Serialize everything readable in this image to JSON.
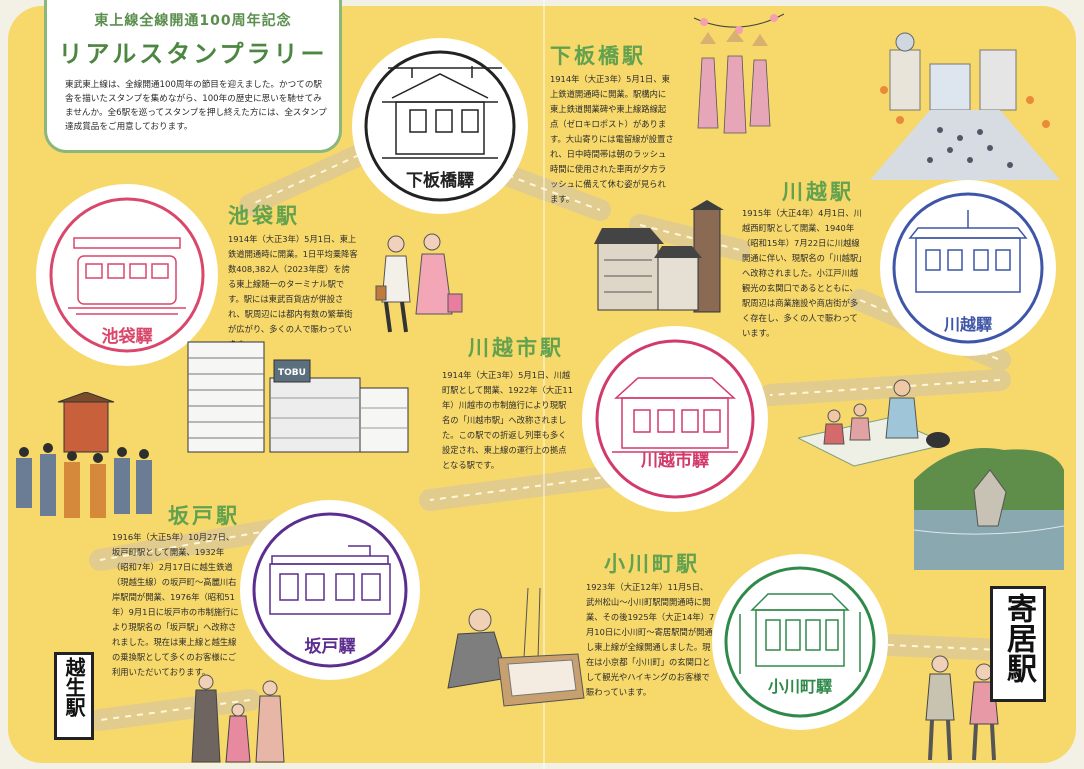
{
  "header": {
    "subtitle": "東上線全線開通100周年記念",
    "title": "リアルスタンプラリー",
    "intro": "東武東上線は、全線開通100周年の節目を迎えました。かつての駅舎を描いたスタンプを集めながら、100年の歴史に思いを馳せてみませんか。全6駅を巡ってスタンプを押し終えた方には、全スタンプ達成賞品をご用意しております。"
  },
  "stations": {
    "shimoitabashi": {
      "name": "下板橋駅",
      "stamp_label": "下板橋驛",
      "color": "#222222",
      "desc": "1914年（大正3年）5月1日、東上鉄道開通時に開業。駅構内に東上鉄道開業碑や東上線路線起点（ゼロキロポスト）があります。大山寄りには電留線が設置され、日中時間帯は朝のラッシュ時間に使用された車両が夕方ラッシュに備えて休む姿が見られます。"
    },
    "ikebukuro": {
      "name": "池袋駅",
      "stamp_label": "池袋驛",
      "color": "#d9476a",
      "desc": "1914年（大正3年）5月1日、東上鉄道開通時に開業。1日平均乗降客数408,382人（2023年度）を誇る東上線随一のターミナル駅です。駅には東武百貨店が併設され、駅周辺には都内有数の繁華街が広がり、多くの人で賑わっています。"
    },
    "kawagoe": {
      "name": "川越駅",
      "stamp_label": "川越驛",
      "color": "#3f55a8",
      "desc": "1915年（大正4年）4月1日、川越西町駅として開業、1940年（昭和15年）7月22日に川越線開通に伴い、現駅名の「川越駅」へ改称されました。小江戸川越観光の玄関口であるとともに、駅周辺は商業施設や商店街が多く存在し、多くの人で賑わっています。"
    },
    "kawagoeshi": {
      "name": "川越市駅",
      "stamp_label": "川越市驛",
      "color": "#d23a6a",
      "desc": "1914年（大正3年）5月1日、川越町駅として開業、1922年（大正11年）川越市の市制施行により現駅名の「川越市駅」へ改称されました。この駅での折返し列車も多く設定され、東上線の運行上の拠点となる駅です。"
    },
    "sakado": {
      "name": "坂戸駅",
      "stamp_label": "坂戸驛",
      "color": "#5c2d8f",
      "desc": "1916年（大正5年）10月27日、坂戸町駅として開業、1932年（昭和7年）2月17日に越生鉄道（現越生線）の坂戸町〜高麗川右岸駅間が開業、1976年（昭和51年）9月1日に坂戸市の市制施行により現駅名の「坂戸駅」へ改称されました。現在は東上線と越生線の乗換駅として多くのお客様にご利用いただいております。"
    },
    "ogawamachi": {
      "name": "小川町駅",
      "stamp_label": "小川町驛",
      "color": "#2f8a4a",
      "desc": "1923年（大正12年）11月5日、武州松山〜小川町駅間開通時に開業、その後1925年（大正14年）7月10日に小川町〜寄居駅間が開通し東上線が全線開通しました。現在は小京都「小川町」の玄関口として観光やハイキングのお客様で賑わっています。"
    }
  },
  "signs": {
    "yorii": "寄居駅",
    "ogose": "越生駅"
  },
  "illustrations": {
    "tobu_building_label": "TOBU"
  }
}
